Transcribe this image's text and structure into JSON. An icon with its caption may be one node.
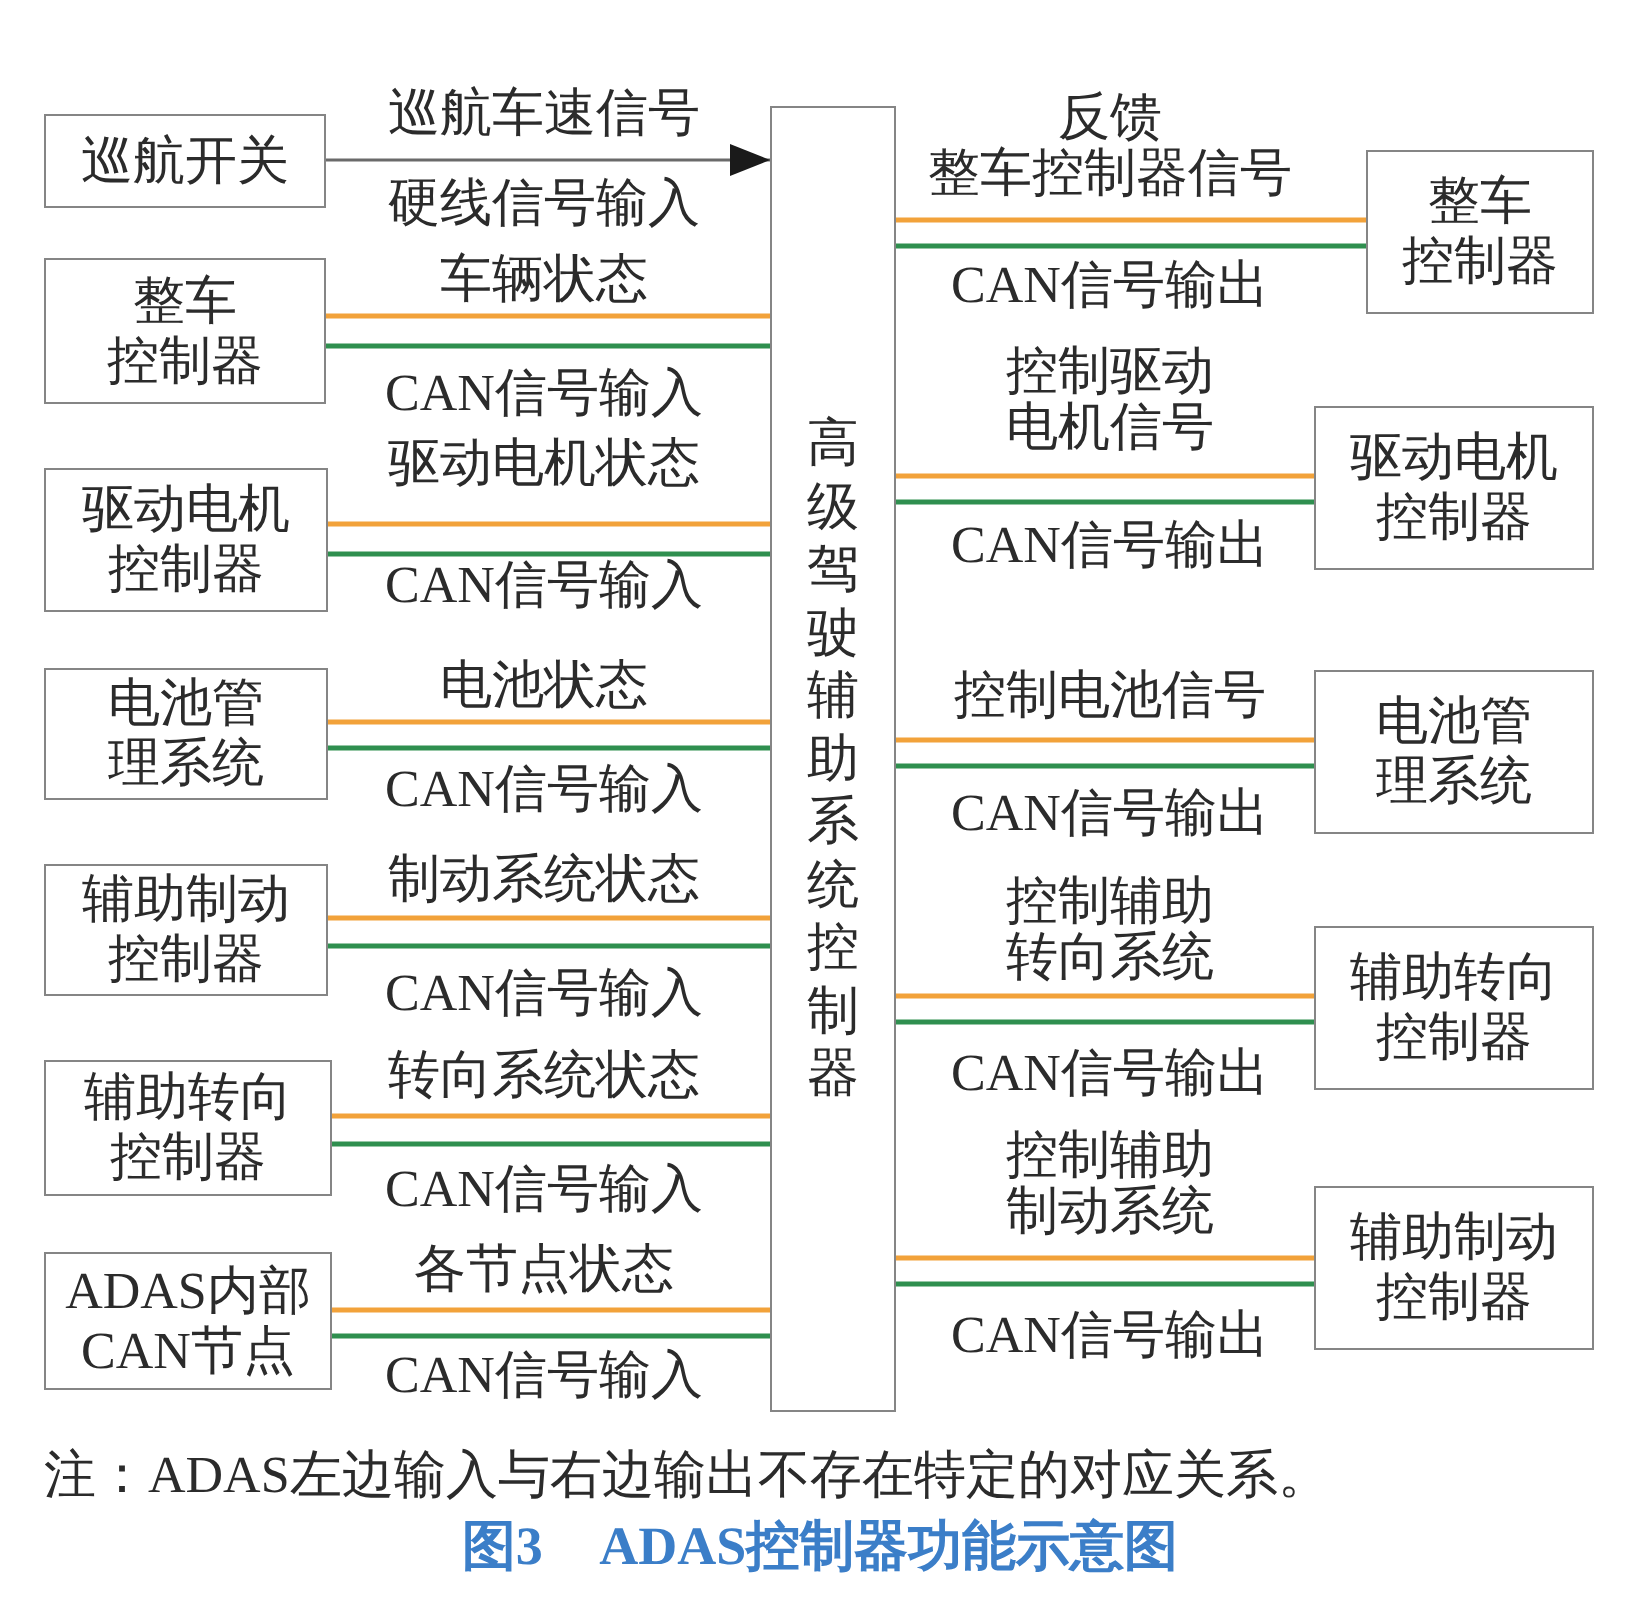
{
  "diagram": {
    "caption": "图3 ADAS控制器功能示意图",
    "nodes": [
      {
        "text": [
          "巡航开关"
        ]
      },
      {
        "text": [
          "整车控制器"
        ]
      },
      {
        "text": [
          "驱动电机控制器"
        ]
      },
      {
        "text": [
          "电池管理系统"
        ]
      },
      {
        "text": [
          "辅助制动控制器"
        ]
      },
      {
        "text": [
          "辅助转向控制器"
        ]
      },
      {
        "text": [
          "ADAS内部CAN节点"
        ]
      },
      {
        "text": [
          "高级驾驶辅助系统控制器"
        ]
      },
      {
        "text": [
          "整车控制器"
        ]
      },
      {
        "text": [
          "驱动电机控制器"
        ]
      },
      {
        "text": [
          "电池管理系统"
        ]
      },
      {
        "text": [
          "辅助转向控制器"
        ]
      },
      {
        "text": [
          "辅助制动控制器"
        ]
      }
    ],
    "edges": [
      {
        "from": 0,
        "to": 7,
        "arrow": "to",
        "label": "巡航车速信号",
        "color": "#6a6a6a"
      },
      {
        "from": 1,
        "to": 7,
        "arrow": "none",
        "label": "车辆状态",
        "color": "#f2a23a"
      },
      {
        "from": 1,
        "to": 7,
        "arrow": "none",
        "label": "CAN信号输入",
        "color": "#2f8f4f"
      },
      {
        "from": 2,
        "to": 7,
        "arrow": "none",
        "label": "驱动电机状态",
        "color": "#f2a23a"
      },
      {
        "from": 2,
        "to": 7,
        "arrow": "none",
        "label": "CAN信号输入",
        "color": "#2f8f4f"
      },
      {
        "from": 3,
        "to": 7,
        "arrow": "none",
        "label": "电池状态",
        "color": "#f2a23a"
      },
      {
        "from": 3,
        "to": 7,
        "arrow": "none",
        "label": "CAN信号输入",
        "color": "#2f8f4f"
      },
      {
        "from": 4,
        "to": 7,
        "arrow": "none",
        "label": "制动系统状态",
        "color": "#f2a23a"
      },
      {
        "from": 4,
        "to": 7,
        "arrow": "none",
        "label": "CAN信号输入",
        "color": "#2f8f4f"
      },
      {
        "from": 5,
        "to": 7,
        "arrow": "none",
        "label": "转向系统状态",
        "color": "#f2a23a"
      },
      {
        "from": 5,
        "to": 7,
        "arrow": "none",
        "label": "CAN信号输入",
        "color": "#2f8f4f"
      },
      {
        "from": 6,
        "to": 7,
        "arrow": "none",
        "label": "各节点状态",
        "color": "#f2a23a"
      },
      {
        "from": 6,
        "to": 7,
        "arrow": "none",
        "label": "CAN信号输入",
        "color": "#2f8f4f"
      },
      {
        "from": 7,
        "to": 8,
        "arrow": "none",
        "label": "反馈整车控制器信号",
        "color": "#f2a23a"
      },
      {
        "from": 7,
        "to": 8,
        "arrow": "none",
        "label": "CAN信号输出",
        "color": "#2f8f4f"
      },
      {
        "from": 7,
        "to": 9,
        "arrow": "none",
        "label": "控制驱动电机信号",
        "color": "#f2a23a"
      },
      {
        "from": 7,
        "to": 9,
        "arrow": "none",
        "label": "CAN信号输出",
        "color": "#2f8f4f"
      },
      {
        "from": 7,
        "to": 10,
        "arrow": "none",
        "label": "控制电池信号",
        "color": "#f2a23a"
      },
      {
        "from": 7,
        "to": 10,
        "arrow": "none",
        "label": "CAN信号输出",
        "color": "#2f8f4f"
      },
      {
        "from": 7,
        "to": 11,
        "arrow": "none",
        "label": "控制辅助转向系统",
        "color": "#f2a23a"
      },
      {
        "from": 7,
        "to": 11,
        "arrow": "none",
        "label": "CAN信号输出",
        "color": "#2f8f4f"
      },
      {
        "from": 7,
        "to": 12,
        "arrow": "none",
        "label": "控制辅助制动系统",
        "color": "#f2a23a"
      },
      {
        "from": 7,
        "to": 12,
        "arrow": "none",
        "label": "CAN信号输出",
        "color": "#2f8f4f"
      }
    ],
    "labels": [
      "硬线信号输入",
      "注：ADAS左边输入与右边输出不存在特定的对应关系。"
    ]
  }
}
